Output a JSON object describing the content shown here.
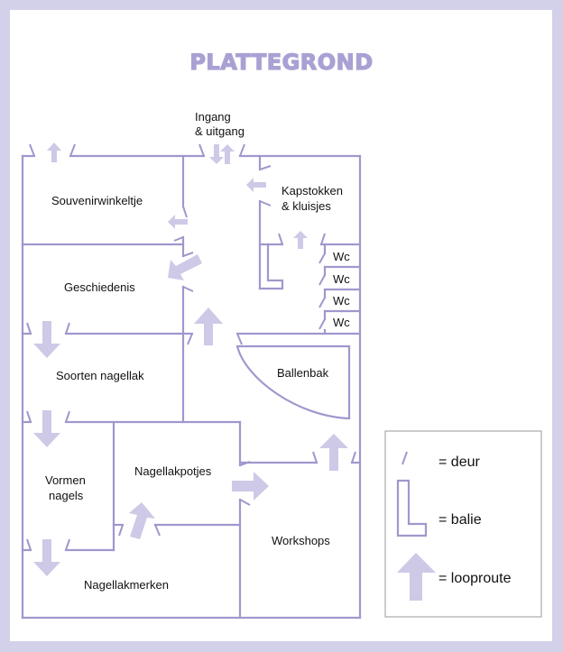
{
  "title": "PLATTEGROND",
  "colors": {
    "frame": "#d3d0ea",
    "walls": "#9f98cd",
    "arrows": "#cdc9e7",
    "title": "#a9a1d3"
  },
  "entrance_label": [
    "Ingang",
    "& uitgang"
  ],
  "rooms": {
    "souvenir": "Souvenirwinkeltje",
    "kapstokken": [
      "Kapstokken",
      "& kluisjes"
    ],
    "geschiedenis": "Geschiedenis",
    "wc": [
      "Wc",
      "Wc",
      "Wc",
      "Wc"
    ],
    "soorten": "Soorten nagellak",
    "ballenbak": "Ballenbak",
    "vormen": [
      "Vormen",
      "nagels"
    ],
    "potjes": "Nagellakpotjes",
    "workshops": "Workshops",
    "merken": "Nagellakmerken"
  },
  "legend": {
    "door": "= deur",
    "counter": "= balie",
    "route": "= looproute"
  }
}
